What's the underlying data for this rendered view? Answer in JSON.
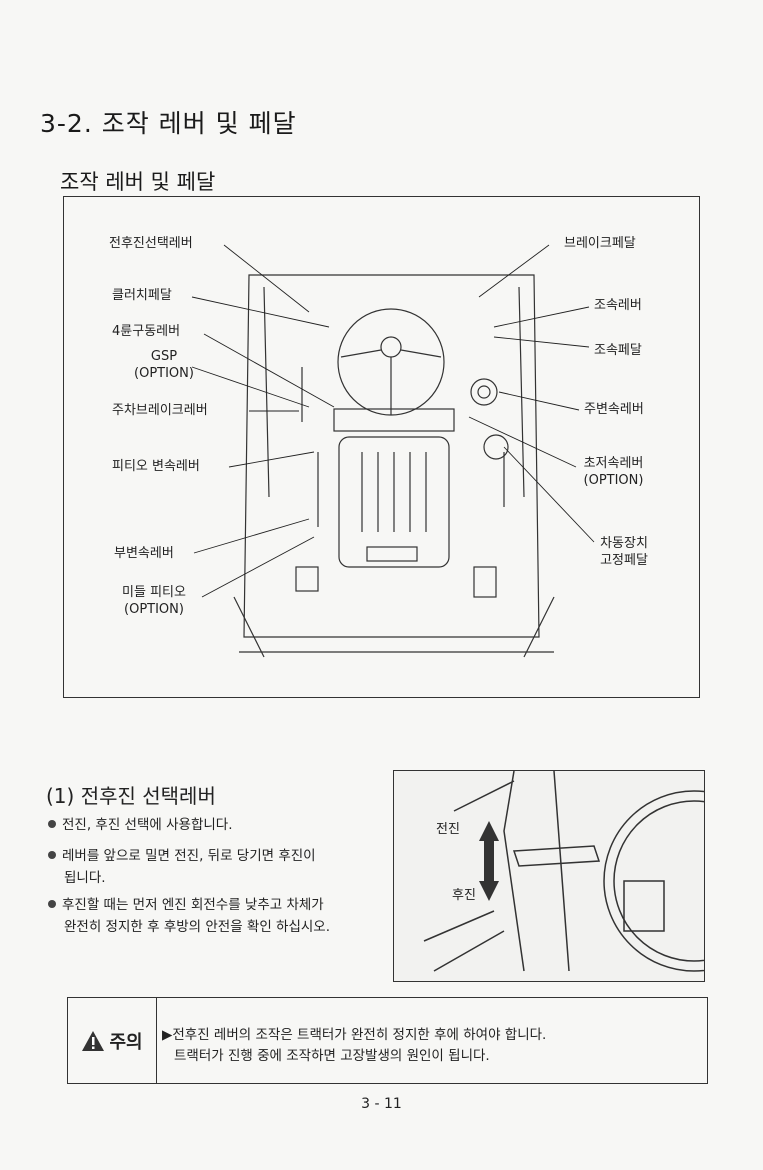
{
  "section_title": "3-2. 조작 레버 및 페달",
  "figure_title": "조작 레버 및 페달",
  "figure_labels": {
    "left": [
      "전후진선택레버",
      "클러치페달",
      "4륜구동레버",
      "GSP",
      "(OPTION)",
      "주차브레이크레버",
      "피티오 변속레버",
      "부변속레버",
      "미들 피티오",
      "(OPTION)"
    ],
    "right": [
      "브레이크페달",
      "조속레버",
      "조속페달",
      "주변속레버",
      "초저속레버",
      "(OPTION)",
      "차동장치",
      "고정페달"
    ]
  },
  "subsection": {
    "title": "(1) 전후진 선택레버",
    "bullets": [
      [
        "전진, 후진 선택에 사용합니다."
      ],
      [
        "레버를 앞으로 밀면 전진, 뒤로 당기면 후진이",
        "됩니다."
      ],
      [
        "후진할 때는 먼저 엔진 회전수를 낮추고 차체가",
        "완전히 정지한 후 후방의 안전을 확인 하십시오."
      ]
    ],
    "photo_labels": {
      "forward": "전진",
      "reverse": "후진"
    }
  },
  "caution": {
    "label": "주의",
    "lines": [
      "▶전후진 레버의 조작은 트랙터가 완전히 정지한 후에 하여야 합니다.",
      "트랙터가 진행 중에 조작하면 고장발생의 원인이 됩니다."
    ]
  },
  "page_number": "3 - 11"
}
